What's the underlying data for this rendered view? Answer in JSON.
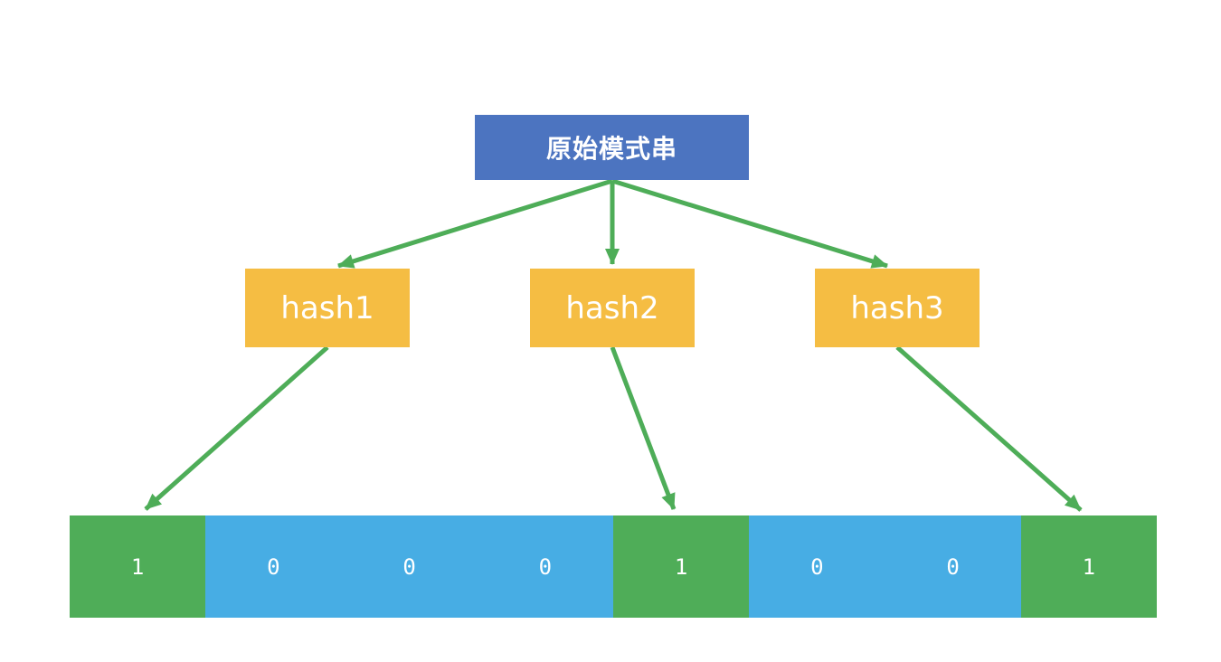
{
  "diagram": {
    "source_node": {
      "label": "原始模式串"
    },
    "hash_nodes": [
      {
        "label": "hash1"
      },
      {
        "label": "hash2"
      },
      {
        "label": "hash3"
      }
    ],
    "bit_array": {
      "cells": [
        {
          "index": 0,
          "value": "1"
        },
        {
          "index": 1,
          "value": "0"
        },
        {
          "index": 2,
          "value": "0"
        },
        {
          "index": 3,
          "value": "0"
        },
        {
          "index": 4,
          "value": "1"
        },
        {
          "index": 5,
          "value": "0"
        },
        {
          "index": 6,
          "value": "0"
        },
        {
          "index": 7,
          "value": "1"
        }
      ]
    },
    "edges": [
      {
        "from": "source",
        "to": "hash1"
      },
      {
        "from": "source",
        "to": "hash2"
      },
      {
        "from": "source",
        "to": "hash3"
      },
      {
        "from": "hash1",
        "to": "bit-0"
      },
      {
        "from": "hash2",
        "to": "bit-4"
      },
      {
        "from": "hash3",
        "to": "bit-7"
      }
    ],
    "colors": {
      "source_box": "#4C74C0",
      "hash_box": "#F5BD43",
      "bit_set": "#4FAD58",
      "bit_unset": "#47ADE4",
      "arrow": "#4EAD58",
      "text": "#FFFFFF"
    }
  }
}
